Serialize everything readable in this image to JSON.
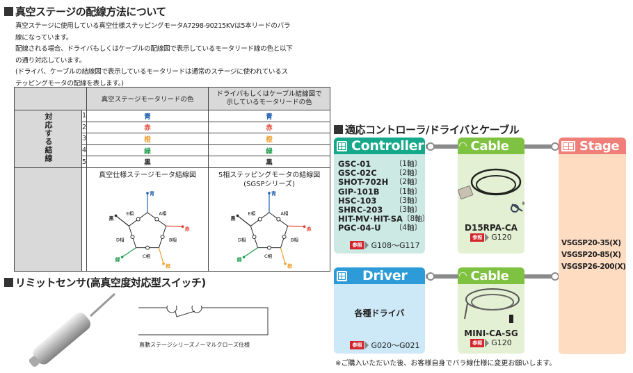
{
  "wiring": {
    "title": "真空ステージの配線方法について",
    "paragraphs": [
      "真空ステージに使用している真空仕様ステッピングモータA7298-90215KVは5本リードのバラ線になっています。",
      "配線される場合、ドライバもしくはケーブルの配線図で表示しているモータリード線の色と以下の通り対応しています。",
      "(ドライバ、ケーブルの結線図で表示しているモータリードは通常のステージに使われているステッピングモータの配線を表します。)"
    ],
    "table": {
      "col1": "真空ステージモータリードの色",
      "col2": "ドライバもしくはケーブル結線図で示しているモータリードの色",
      "side_label": "対応する結線",
      "rows": [
        {
          "n": "1",
          "a": "青",
          "b": "青",
          "color": "#1f5fb0"
        },
        {
          "n": "2",
          "a": "赤",
          "b": "赤",
          "color": "#e03a2a"
        },
        {
          "n": "3",
          "a": "橙",
          "b": "橙",
          "color": "#f0a030"
        },
        {
          "n": "4",
          "a": "緑",
          "b": "緑",
          "color": "#1a9a4a"
        },
        {
          "n": "5",
          "a": "黒",
          "b": "黒",
          "color": "#222222"
        }
      ],
      "diagram1_title": "真空仕様ステージモータ結線図",
      "diagram2_title": "5相ステッピングモータの結線図",
      "diagram2_sub": "(SGSPシリーズ)",
      "phases": [
        "A相",
        "B相",
        "C相",
        "D相",
        "E相"
      ],
      "leads": [
        "青",
        "赤",
        "橙",
        "緑",
        "黒"
      ]
    }
  },
  "sensor": {
    "title": "リミットセンサ(高真空度対応型スイッチ)",
    "caption": "直動ステージシリーズノーマルクローズ仕様"
  },
  "compat": {
    "title": "適応コントローラ/ドライバとケーブル",
    "controller": {
      "label": "Controller",
      "items": [
        [
          "GSC-01",
          "〔1軸〕"
        ],
        [
          "GSC-02C",
          "〔2軸〕"
        ],
        [
          "SHOT-702H",
          "〔2軸〕"
        ],
        [
          "GIP-101B",
          "〔1軸〕"
        ],
        [
          "HSC-103",
          "〔3軸〕"
        ],
        [
          "SHRC-203",
          "〔3軸〕"
        ],
        [
          "HIT-MV･HIT-SA",
          "〔8軸〕"
        ],
        [
          "PGC-04-U",
          "〔4軸〕"
        ]
      ],
      "ref_badge": "参照",
      "ref": "G108～G117"
    },
    "cable1": {
      "label": "Cable",
      "model": "D15RPA-CA",
      "note_mark": "※",
      "ref_badge": "参照",
      "ref": "G120"
    },
    "stage": {
      "label": "Stage",
      "items": [
        "VSGSP20-35(X)",
        "VSGSP20-85(X)",
        "VSGSP26-200(X)"
      ]
    },
    "driver": {
      "label": "Driver",
      "name": "各種ドライバ",
      "ref_badge": "参照",
      "ref": "G020～G021"
    },
    "cable2": {
      "label": "Cable",
      "model": "MINI-CA-SG",
      "ref_badge": "参照",
      "ref": "G120"
    },
    "footnote": "※ご購入いただいた後、お客様自身でバラ線仕様に変更お願いします。",
    "colors": {
      "controller": "#16a88a",
      "driver": "#2c9bd8",
      "cable": "#7fc241",
      "stage": "#ef7f78"
    }
  }
}
